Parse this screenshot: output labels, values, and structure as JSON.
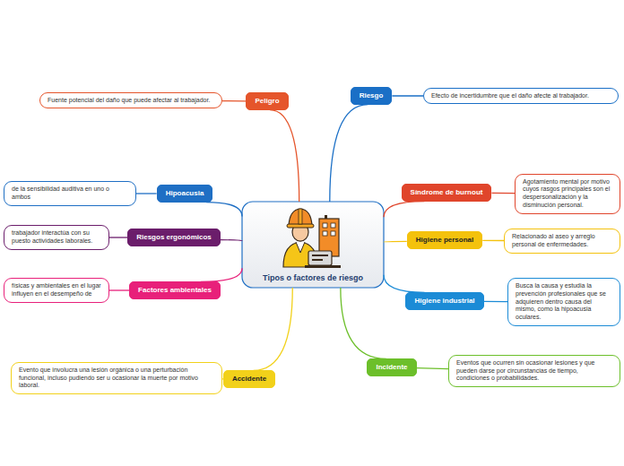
{
  "diagram": {
    "nodes": [
      {
        "text": [
          "Tipos o factores de riesgo"
        ]
      },
      {
        "text": [
          "Peligro"
        ]
      },
      {
        "text": [
          "Fuente potencial del daño que puede afectar al trabajador."
        ]
      },
      {
        "text": [
          "Riesgo"
        ]
      },
      {
        "text": [
          "Efecto de incertidumbre que el daño afecte al trabajador."
        ]
      },
      {
        "text": [
          "Hipoacusia"
        ]
      },
      {
        "text": [
          "de la sensibilidad auditiva en uno o ambos"
        ]
      },
      {
        "text": [
          "Síndrome de burnout"
        ]
      },
      {
        "text": [
          "Agotamiento mental por motivo cuyos rasgos principales son el despersonalización y la disminución personal."
        ]
      },
      {
        "text": [
          "Riesgos ergonómicos"
        ]
      },
      {
        "text": [
          "trabajador interactúa con su puesto actividades laborales."
        ]
      },
      {
        "text": [
          "Higiene personal"
        ]
      },
      {
        "text": [
          "Relacionado al aseo y arreglo personal de enfermedades."
        ]
      },
      {
        "text": [
          "Factores ambientales"
        ]
      },
      {
        "text": [
          "físicas y ambientales en el lugar influyen en el desempeño de"
        ]
      },
      {
        "text": [
          "Higiene industrial"
        ]
      },
      {
        "text": [
          "Busca la causa y estudia la prevención profesionales que se adquieren dentro causa del mismo, como la hipoacusia oculares."
        ]
      },
      {
        "text": [
          "Incidente"
        ]
      },
      {
        "text": [
          "Eventos que ocurren sin ocasionar lesiones y que pueden darse por circunstancias de tiempo, condiciones o probabilidades."
        ]
      },
      {
        "text": [
          "Accidente"
        ]
      },
      {
        "text": [
          "Evento que involucra una lesión orgánica o una perturbación funcional, incluso pudiendo ser u ocasionar la muerte por motivo laboral."
        ]
      }
    ],
    "edges": [
      {
        "from": 0,
        "to": 1,
        "arrow": "none"
      },
      {
        "from": 1,
        "to": 2,
        "arrow": "none"
      },
      {
        "from": 0,
        "to": 3,
        "arrow": "none"
      },
      {
        "from": 3,
        "to": 4,
        "arrow": "none"
      },
      {
        "from": 0,
        "to": 5,
        "arrow": "none"
      },
      {
        "from": 5,
        "to": 6,
        "arrow": "none"
      },
      {
        "from": 0,
        "to": 7,
        "arrow": "none"
      },
      {
        "from": 7,
        "to": 8,
        "arrow": "none"
      },
      {
        "from": 0,
        "to": 9,
        "arrow": "none"
      },
      {
        "from": 9,
        "to": 10,
        "arrow": "none"
      },
      {
        "from": 0,
        "to": 11,
        "arrow": "none"
      },
      {
        "from": 11,
        "to": 12,
        "arrow": "none"
      },
      {
        "from": 0,
        "to": 13,
        "arrow": "none"
      },
      {
        "from": 13,
        "to": 14,
        "arrow": "none"
      },
      {
        "from": 0,
        "to": 15,
        "arrow": "none"
      },
      {
        "from": 15,
        "to": 16,
        "arrow": "none"
      },
      {
        "from": 0,
        "to": 17,
        "arrow": "none"
      },
      {
        "from": 17,
        "to": 18,
        "arrow": "none"
      },
      {
        "from": 0,
        "to": 19,
        "arrow": "none"
      },
      {
        "from": 19,
        "to": 20,
        "arrow": "none"
      }
    ]
  }
}
